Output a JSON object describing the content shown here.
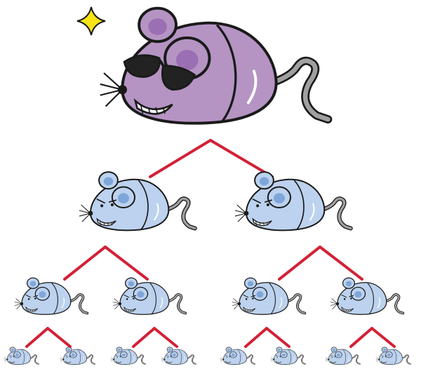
{
  "diagram": {
    "kind": "hierarchy-tree",
    "levels": 4,
    "branching": 2,
    "root": {
      "label": "",
      "icon": "mouse-icon",
      "accessories": [
        "sunglasses-icon",
        "sparkle-icon"
      ],
      "color": "#b594c4",
      "ear_inner_color": "#9b6fb3"
    },
    "descendants": {
      "icon": "mouse-icon",
      "color": "#bcd2ee",
      "ear_inner_color": "#7fa6da"
    },
    "connector_color": "#d32036",
    "sparkle_color": "#f7e516",
    "tail_color": "#a0a0a0"
  }
}
